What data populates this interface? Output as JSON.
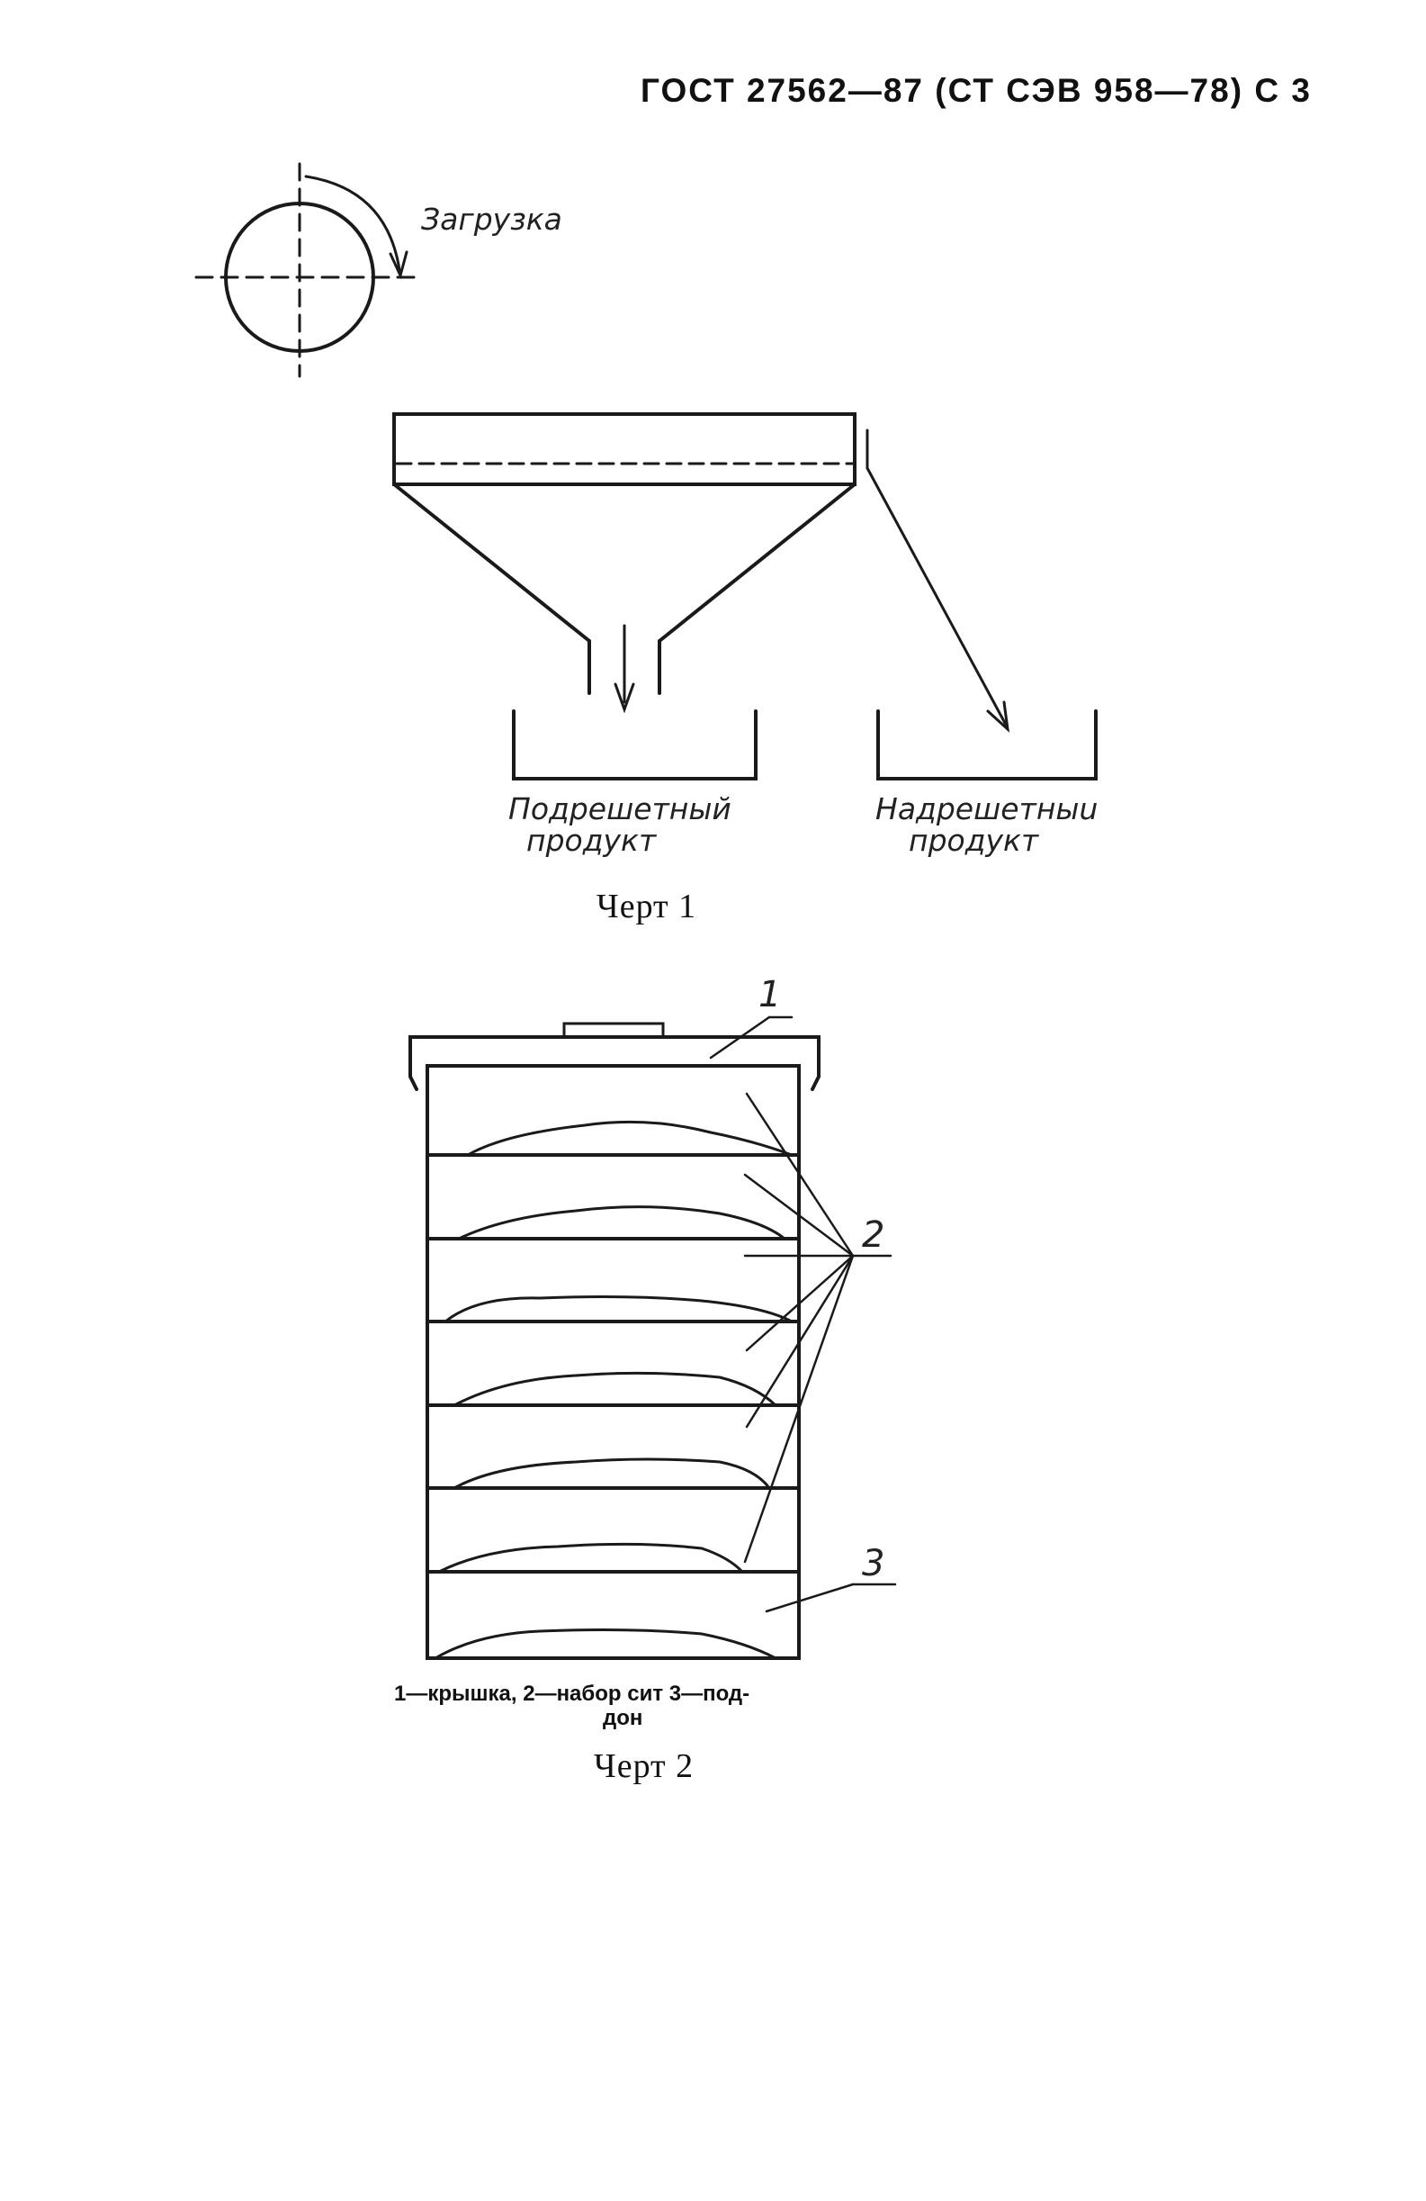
{
  "header": {
    "text": "ГОСТ 27562—87 (СТ СЭВ 958—78) С 3"
  },
  "figure1": {
    "loading_label": "Загрузка",
    "undersize_line1": "Подрешетный",
    "undersize_line2": "продукт",
    "oversize_line1": "Надрешетныu",
    "oversize_line2": "продукт",
    "caption": "Черт 1"
  },
  "figure2": {
    "callout_1": "1",
    "callout_2": "2",
    "callout_3": "3",
    "legend_line1": "1—крышка,  2—набор сит  3—под-",
    "legend_line2": "дон",
    "caption": "Черт 2"
  }
}
